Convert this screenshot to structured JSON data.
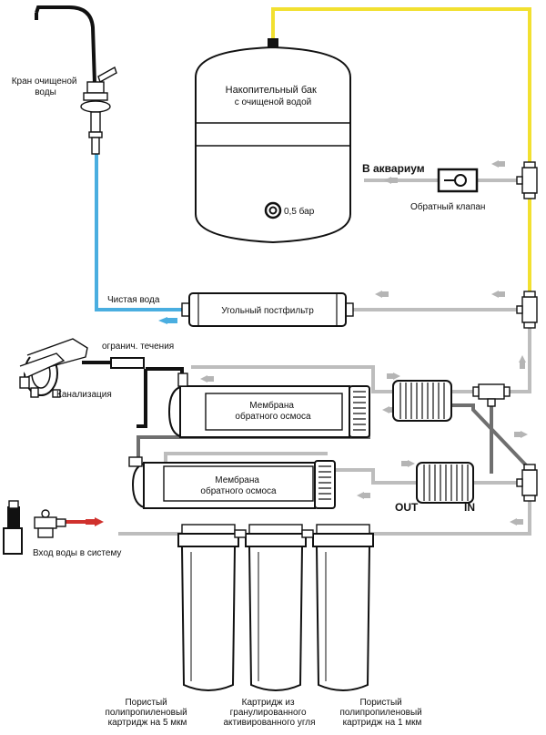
{
  "labels": {
    "faucet": [
      "Кран очищеной",
      "воды"
    ],
    "tank": [
      "Накопительный бак",
      "с очищеной водой"
    ],
    "tank_pressure": "0,5 бар",
    "to_aquarium": "В аквариум",
    "check_valve": "Обратный клапан",
    "clean_water": "Чистая вода",
    "carbon_postfilter": "Угольный постфильтр",
    "flow_restrictor": "огранич. течения",
    "drain": "Канализация",
    "membrane_1": [
      "Мембрана",
      "обратного осмоса"
    ],
    "membrane_2": [
      "Мембрана",
      "обратного осмоса"
    ],
    "out": "OUT",
    "in": "IN",
    "water_inlet": "Вход воды в систему",
    "cartridge_1": [
      "Пористый",
      "полипропиленовый",
      "картридж на 5 мкм"
    ],
    "cartridge_2": [
      "Картридж из",
      "гранулированного",
      "активированного угля"
    ],
    "cartridge_3": [
      "Пористый",
      "полипропиленовый",
      "картридж на 1 мкм"
    ]
  },
  "colors": {
    "pure_water_line": "#4aaee0",
    "tank_line": "#f2e030",
    "inlet_line": "#d0312d",
    "system_line": "#bdbdbd",
    "concentrate_line": "#6f6f6f",
    "drain_line": "#111111"
  }
}
